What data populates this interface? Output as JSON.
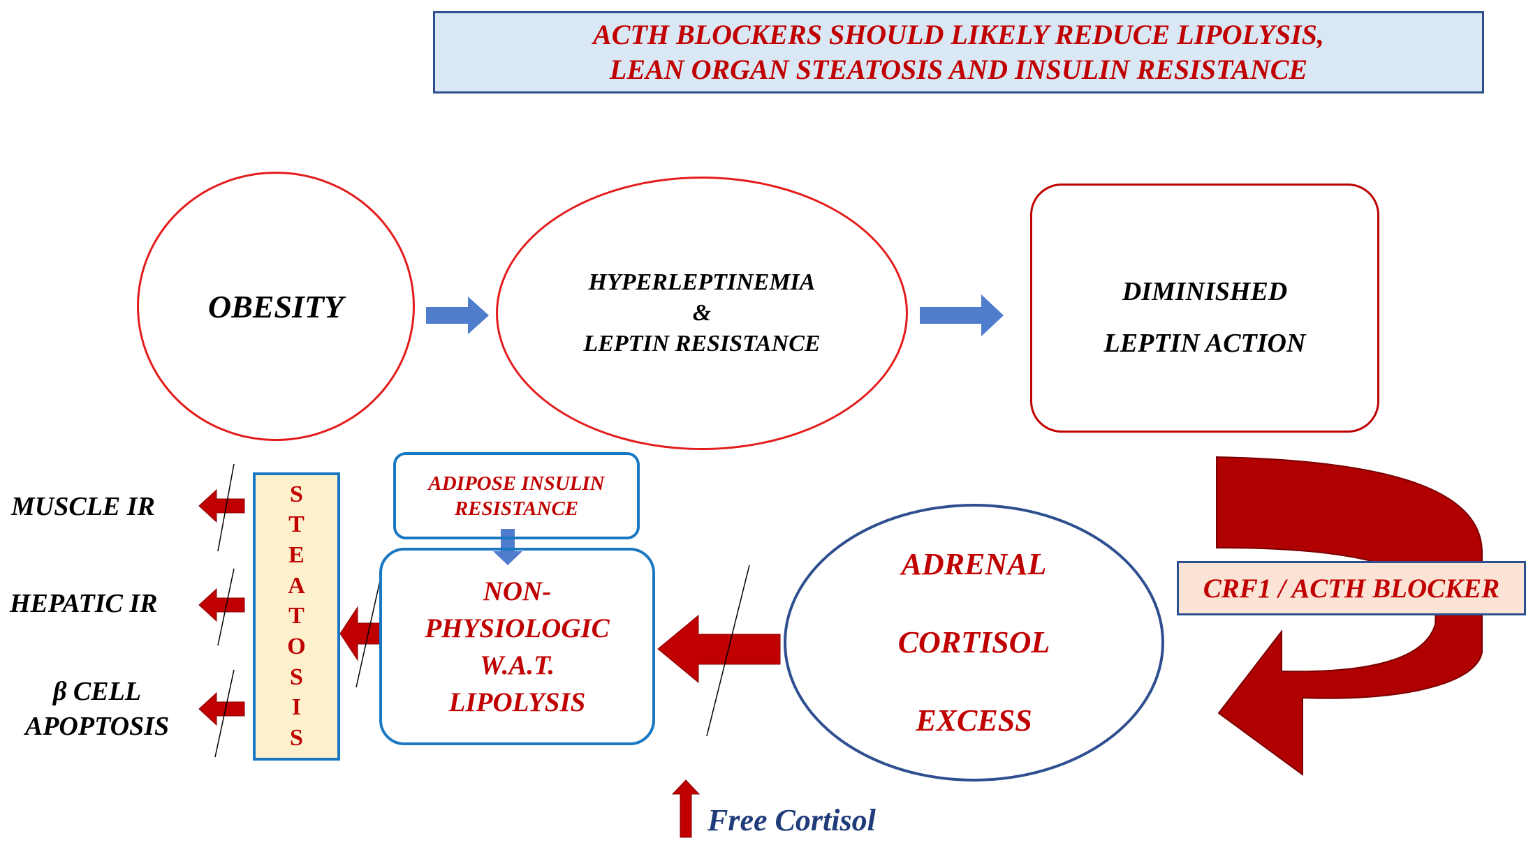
{
  "colors": {
    "red_border": "#e41b1b",
    "dark_red": "#c00000",
    "blue_arrow": "#4f7ccc",
    "blue_border": "#1a78c2",
    "navy_border": "#2e4f8f",
    "banner_fill": "#dae8f5",
    "steatosis_fill": "#fdf0cc",
    "blocker_fill": "#fbe3d6",
    "free_cortisol_text": "#1f3b7a"
  },
  "banner": {
    "line1": "ACTH  BLOCKERS  SHOULD  LIKELY  REDUCE  LIPOLYSIS,",
    "line2": "LEAN  ORGAN  STEATOSIS  AND  INSULIN  RESISTANCE"
  },
  "obesity": {
    "label": "OBESITY"
  },
  "hyperleptinemia": {
    "line1": "HYPERLEPTINEMIA",
    "line2": "&",
    "line3": "LEPTIN RESISTANCE"
  },
  "diminished": {
    "line1": "DIMINISHED",
    "line2": "LEPTIN  ACTION"
  },
  "blocker": {
    "label": "CRF1 / ACTH BLOCKER"
  },
  "adrenal": {
    "line1": "ADRENAL",
    "line2": "CORTISOL",
    "line3": "EXCESS"
  },
  "free_cortisol": {
    "label": "Free Cortisol"
  },
  "lipolysis": {
    "line1": "NON-",
    "line2": "PHYSIOLOGIC",
    "line3": "W.A.T.",
    "line4": "LIPOLYSIS"
  },
  "adipose_ir": {
    "line1": "ADIPOSE INSULIN",
    "line2": "RESISTANCE"
  },
  "steatosis": {
    "letters": [
      "S",
      "T",
      "E",
      "A",
      "T",
      "O",
      "S",
      "I",
      "S"
    ]
  },
  "outcomes": {
    "muscle": "MUSCLE IR",
    "hepatic": "HEPATIC IR",
    "beta_line1": "β CELL",
    "beta_line2": "APOPTOSIS"
  }
}
